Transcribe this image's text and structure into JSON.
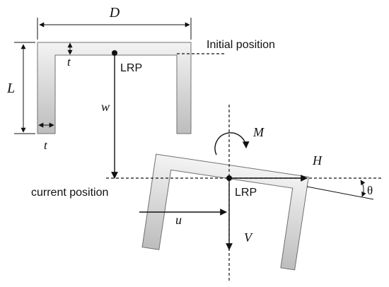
{
  "labels": {
    "width_D": "D",
    "length_L": "L",
    "thickness_top": "t",
    "thickness_bottom": "t",
    "initial_position": "Initial position",
    "lrp_initial": "LRP",
    "displacement_w": "w",
    "current_position": "current position",
    "moment_M": "M",
    "force_H": "H",
    "rotation_theta": "θ",
    "lrp_current": "LRP",
    "displacement_u": "u",
    "force_V": "V"
  },
  "colors": {
    "section_fill_light": "#f3f3f3",
    "section_fill_dark": "#bdbdbd",
    "section_edge": "#707070",
    "line": "#111111"
  }
}
